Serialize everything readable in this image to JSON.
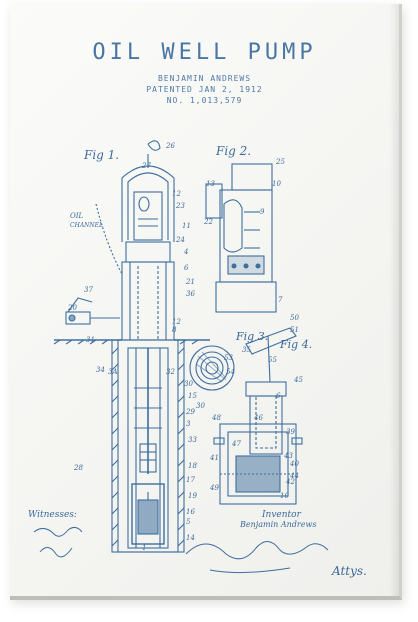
{
  "product": {
    "type": "canvas-print",
    "ink_color": "#3e6e9e",
    "paper_color": "#f7f7f4"
  },
  "patent": {
    "title": "OIL WELL PUMP",
    "inventor_line": "BENJAMIN ANDREWS",
    "patented_line": "PATENTED JAN 2, 1912",
    "number_line": "NO. 1,013,579"
  },
  "figures": {
    "fig1": "Fig 1.",
    "fig2": "Fig 2.",
    "fig3": "Fig 3.",
    "fig4": "Fig 4."
  },
  "annotations": {
    "oil_label": "OIL",
    "channel_label": "CHANNEL",
    "reference_numbers": [
      "26",
      "27",
      "25",
      "10",
      "13",
      "12",
      "23",
      "9",
      "11",
      "22",
      "24",
      "4",
      "6",
      "21",
      "36",
      "37",
      "20",
      "12",
      "8",
      "31",
      "35",
      "32",
      "34",
      "30",
      "15",
      "29",
      "3",
      "33",
      "28",
      "18",
      "17",
      "19",
      "16",
      "5",
      "14",
      "1",
      "3A",
      "30",
      "50",
      "51",
      "53",
      "54",
      "55",
      "6",
      "45",
      "46",
      "48",
      "39",
      "43",
      "41",
      "40",
      "44",
      "42",
      "47",
      "49",
      "10",
      "7"
    ]
  },
  "signatures": {
    "witnesses_label": "Witnesses:",
    "inventor_label": "Inventor",
    "inventor_name": "Benjamin Andrews",
    "attys_label": "Attys."
  }
}
